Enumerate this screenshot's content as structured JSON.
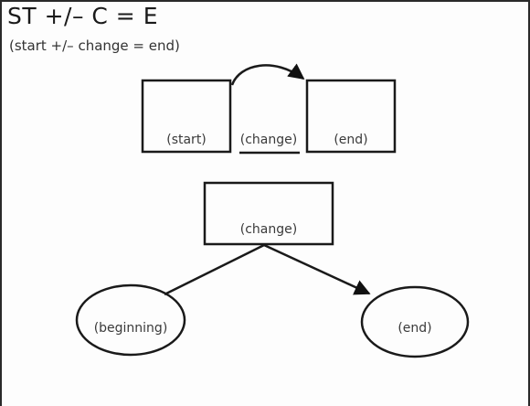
{
  "header": {
    "title": "ST +/– C = E",
    "subtitle": "(start +/– change = end)"
  },
  "linear_model": {
    "start_label": "(start)",
    "change_label": "(change)",
    "end_label": "(end)"
  },
  "branch_model": {
    "change_label": "(change)",
    "beginning_label": "(beginning)",
    "end_label": "(end)"
  }
}
